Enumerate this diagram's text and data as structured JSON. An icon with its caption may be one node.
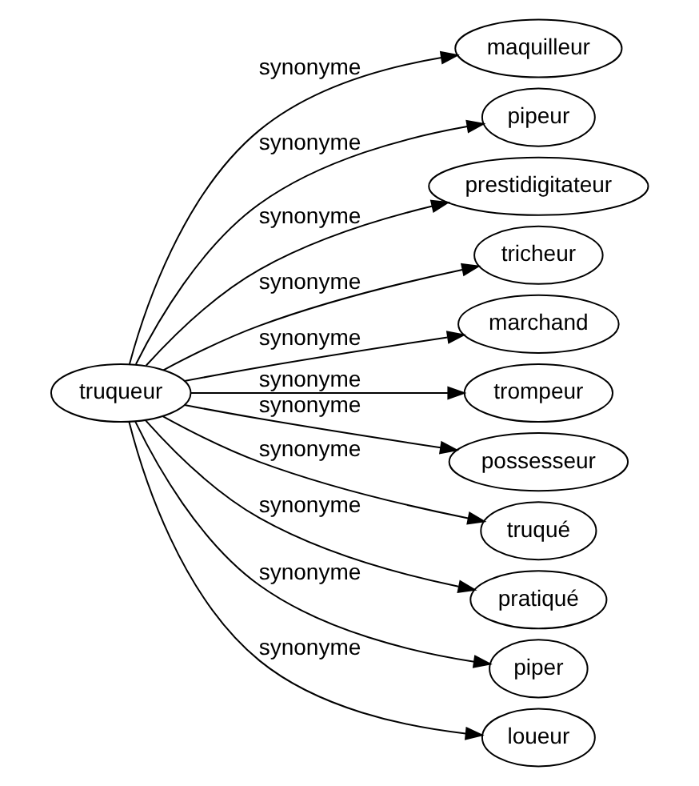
{
  "diagram": {
    "nodes": [
      {
        "text": [
          "truqueur"
        ]
      },
      {
        "text": [
          "maquilleur"
        ]
      },
      {
        "text": [
          "pipeur"
        ]
      },
      {
        "text": [
          "prestidigitateur"
        ]
      },
      {
        "text": [
          "tricheur"
        ]
      },
      {
        "text": [
          "marchand"
        ]
      },
      {
        "text": [
          "trompeur"
        ]
      },
      {
        "text": [
          "possesseur"
        ]
      },
      {
        "text": [
          "truqué"
        ]
      },
      {
        "text": [
          "pratiqué"
        ]
      },
      {
        "text": [
          "piper"
        ]
      },
      {
        "text": [
          "loueur"
        ]
      }
    ],
    "edges": [
      {
        "from": 0,
        "to": 1,
        "arrow": "to",
        "label": "synonyme"
      },
      {
        "from": 0,
        "to": 2,
        "arrow": "to",
        "label": "synonyme"
      },
      {
        "from": 0,
        "to": 3,
        "arrow": "to",
        "label": "synonyme"
      },
      {
        "from": 0,
        "to": 4,
        "arrow": "to",
        "label": "synonyme"
      },
      {
        "from": 0,
        "to": 5,
        "arrow": "to",
        "label": "synonyme"
      },
      {
        "from": 0,
        "to": 6,
        "arrow": "to",
        "label": "synonyme"
      },
      {
        "from": 0,
        "to": 7,
        "arrow": "to",
        "label": "synonyme"
      },
      {
        "from": 0,
        "to": 8,
        "arrow": "to",
        "label": "synonyme"
      },
      {
        "from": 0,
        "to": 9,
        "arrow": "to",
        "label": "synonyme"
      },
      {
        "from": 0,
        "to": 10,
        "arrow": "to",
        "label": "synonyme"
      },
      {
        "from": 0,
        "to": 11,
        "arrow": "to",
        "label": "synonyme"
      }
    ]
  }
}
